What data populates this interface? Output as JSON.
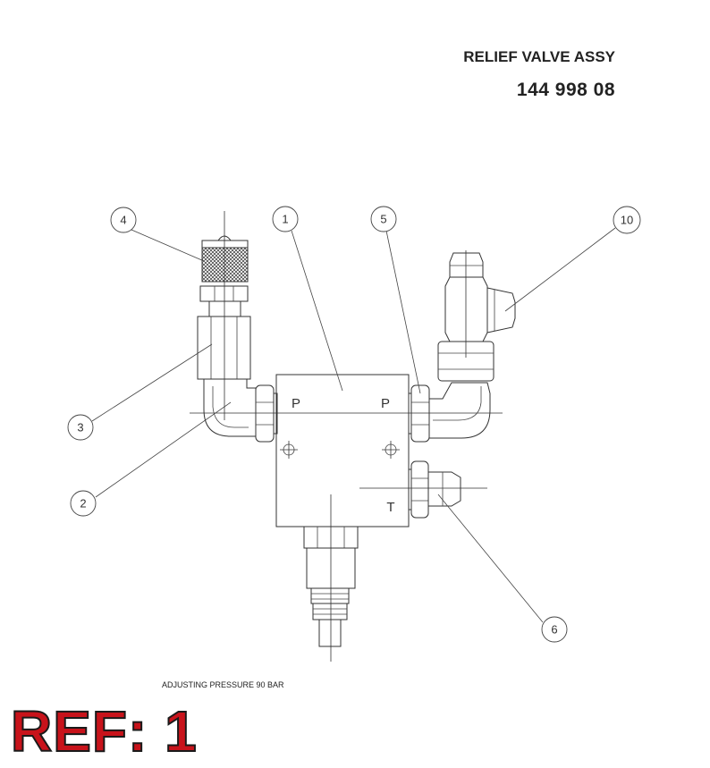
{
  "header": {
    "title": "RELIEF VALVE ASSY",
    "part_number": "144 998 08"
  },
  "balloons": [
    {
      "id": "balloon-4",
      "label": "4"
    },
    {
      "id": "balloon-1",
      "label": "1"
    },
    {
      "id": "balloon-5",
      "label": "5"
    },
    {
      "id": "balloon-10",
      "label": "10"
    },
    {
      "id": "balloon-3",
      "label": "3"
    },
    {
      "id": "balloon-2",
      "label": "2"
    },
    {
      "id": "balloon-6",
      "label": "6"
    }
  ],
  "port_labels": {
    "p_left": "P",
    "p_right": "P",
    "t": "T"
  },
  "note": "ADJUSTING PRESSURE  90 BAR",
  "ref_label": "REF: 1",
  "colors": {
    "ref_red": "#c8131b",
    "line": "#333333"
  }
}
